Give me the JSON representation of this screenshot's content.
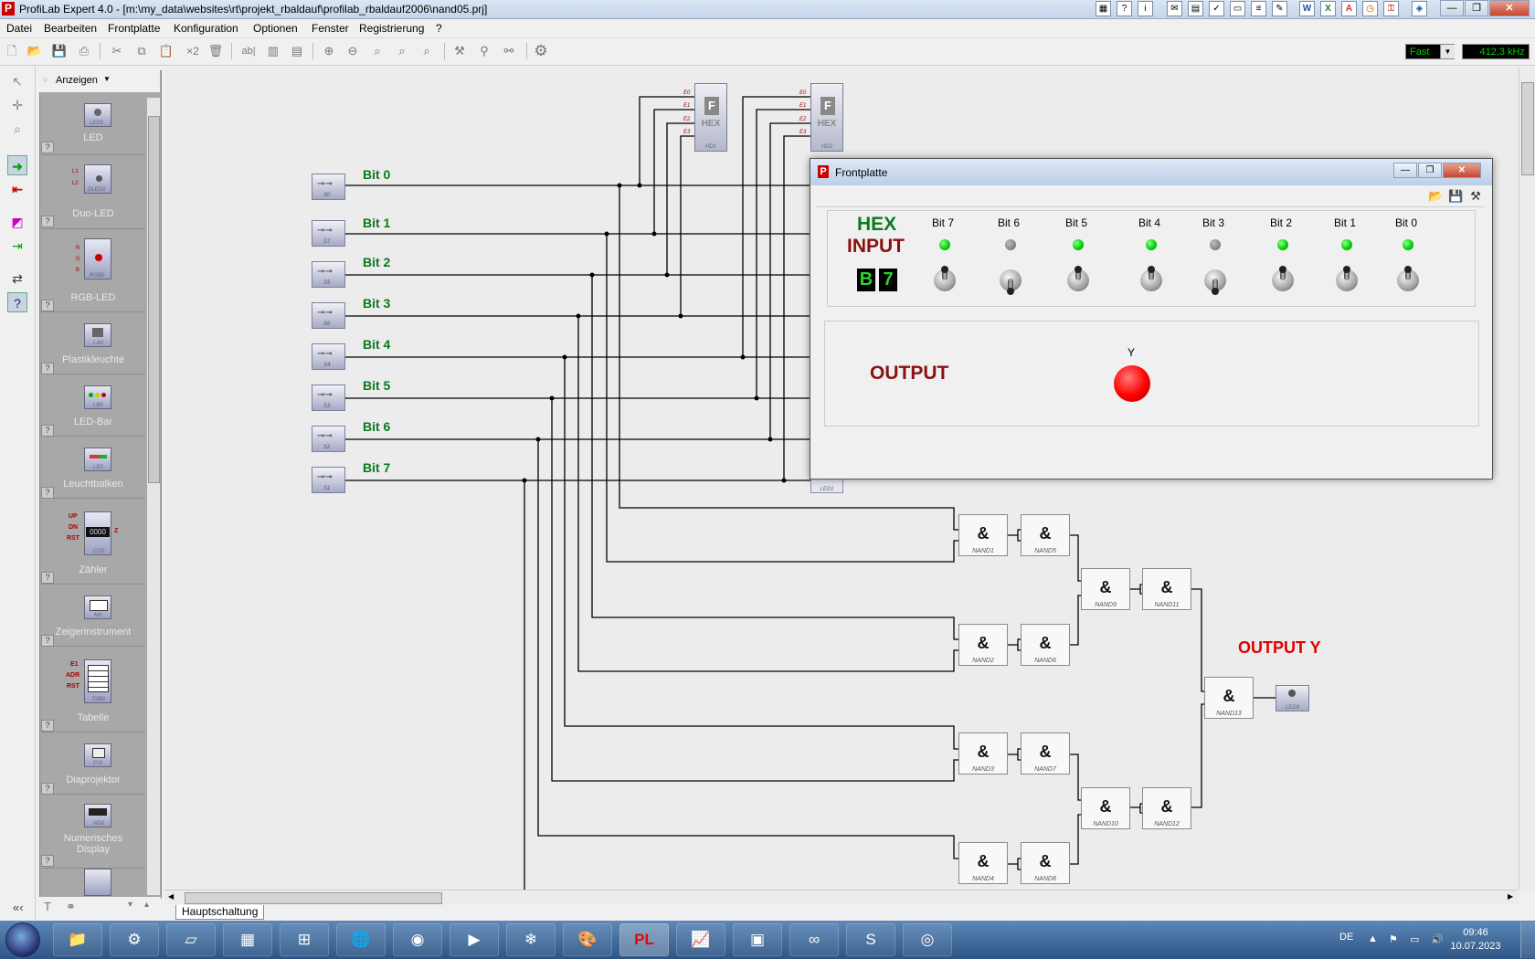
{
  "window": {
    "title": "ProfiLab Expert 4.0 - [m:\\my_data\\websites\\rt\\projekt_rbaldauf\\profilab_rbaldauf2006\\nand05.prj]",
    "app_icon_letter": "P"
  },
  "menu": [
    "Datei",
    "Bearbeiten",
    "Frontplatte",
    "Konfiguration",
    "Optionen",
    "Fenster",
    "Registrierung",
    "?"
  ],
  "toolbar": {
    "x2_label": "×2",
    "ab_label": "ab|",
    "speed": "Fast",
    "frequency": "412,3 kHz"
  },
  "library": {
    "view_label": "Anzeigen",
    "items": [
      {
        "label": "LED",
        "tag": "LED0"
      },
      {
        "label": "Duo-LED",
        "tag": "DLED0"
      },
      {
        "label": "RGB-LED",
        "tag": "RGB0"
      },
      {
        "label": "Plastikleuchte",
        "tag": "LA0"
      },
      {
        "label": "LED-Bar",
        "tag": "LB0"
      },
      {
        "label": "Leuchtbalken",
        "tag": "LE0"
      },
      {
        "label": "Zähler",
        "tag": "CO0"
      },
      {
        "label": "Zeigerinstrument",
        "tag": "M0"
      },
      {
        "label": "Tabelle",
        "tag": "TAB0"
      },
      {
        "label": "Diaprojektor",
        "tag": "PJ0"
      },
      {
        "label": "Numerisches Display",
        "tag": "ND0"
      }
    ],
    "help": "?",
    "counter_display": "0000",
    "rgb_pins": [
      "R",
      "G",
      "B"
    ],
    "duo_pins": [
      "L1",
      "L2"
    ],
    "counter_pins": [
      "UP",
      "DN",
      "RST"
    ],
    "counter_out": "Z",
    "table_pins": [
      "E1",
      "ADR",
      "RST"
    ]
  },
  "circuit": {
    "switches": [
      {
        "label": "Bit 0",
        "tag": "S0"
      },
      {
        "label": "Bit 1",
        "tag": "S7"
      },
      {
        "label": "Bit 2",
        "tag": "S5"
      },
      {
        "label": "Bit 3",
        "tag": "S6"
      },
      {
        "label": "Bit 4",
        "tag": "S4"
      },
      {
        "label": "Bit 5",
        "tag": "S3"
      },
      {
        "label": "Bit 6",
        "tag": "S2"
      },
      {
        "label": "Bit 7",
        "tag": "S1"
      }
    ],
    "hex_displays": [
      {
        "letter": "F",
        "text": "HEX",
        "tag": "HD1"
      },
      {
        "letter": "F",
        "text": "HEX",
        "tag": "HD2"
      }
    ],
    "hex_pins": [
      "E0",
      "E1",
      "E2",
      "E3"
    ],
    "gate_symbol": "&",
    "gates": [
      "NAND1",
      "NAND5",
      "NAND9",
      "NAND11",
      "NAND2",
      "NAND6",
      "NAND13",
      "NAND3",
      "NAND7",
      "NAND10",
      "NAND12",
      "NAND4",
      "NAND8"
    ],
    "output_label": "OUTPUT Y",
    "led_tag": "LED9",
    "led1_tag": "LED1"
  },
  "tabs": [
    "Hauptschaltung"
  ],
  "frontplatte": {
    "title": "Frontplatte",
    "hex_word": "HEX",
    "input_word": "INPUT",
    "hex_digits": [
      "B",
      "7"
    ],
    "bits": [
      {
        "label": "Bit 7",
        "on": true
      },
      {
        "label": "Bit 6",
        "on": false
      },
      {
        "label": "Bit 5",
        "on": true
      },
      {
        "label": "Bit 4",
        "on": true
      },
      {
        "label": "Bit 3",
        "on": false
      },
      {
        "label": "Bit 2",
        "on": true
      },
      {
        "label": "Bit 1",
        "on": true
      },
      {
        "label": "Bit 0",
        "on": true
      }
    ],
    "output_word": "OUTPUT",
    "y_label": "Y",
    "output_on": true
  },
  "taskbar": {
    "language": "DE",
    "time": "09:46",
    "date": "10.07.2023"
  },
  "colors": {
    "bit_label": "#0a7a1e",
    "output_label": "#e00000",
    "led_on": "#00cc00",
    "output_led": "#ff0000"
  }
}
